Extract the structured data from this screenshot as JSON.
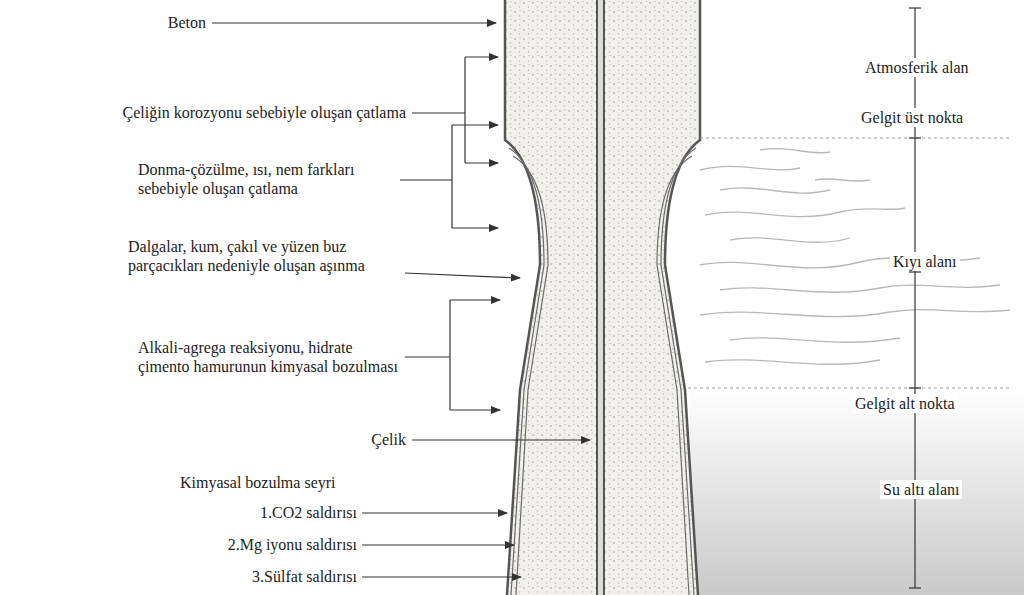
{
  "diagram": {
    "labels": [
      "Beton",
      "Çeliğin korozyonu sebebiyle oluşan çatlama",
      "Donma-çözülme, ısı, nem farkları sebebiyle oluşan çatlama",
      "Dalgalar, kum, çakıl ve yüzen buz parçacıkları nedeniyle oluşan aşınma",
      "Alkali-agrega reaksiyonu, hidrate çimento hamurunun kimyasal bozulması",
      "Çelik",
      "Kimyasal bozulma seyri",
      "1.CO2 saldırısı",
      "2.Mg iyonu saldırısı",
      "3.Sülfat saldırısı",
      "Atmosferik alan",
      "Gelgit üst nokta",
      "Kıyı alanı",
      "Gelgit alt nokta",
      "Su altı alanı"
    ]
  }
}
